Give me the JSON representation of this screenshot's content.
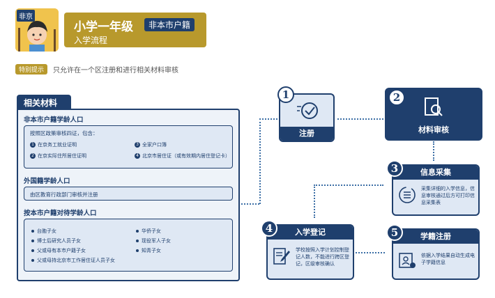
{
  "header": {
    "avatar_tag": "非京",
    "title": "小学一年级",
    "badge": "非本市户籍",
    "subtitle": "入学流程"
  },
  "tip": {
    "label": "特别提示",
    "text": "只允许在一个区注册和进行相关材料审核"
  },
  "panel": {
    "tab": "相关材料",
    "section1": {
      "title": "非本市户籍学龄人口",
      "box_title": "按照区政策审核四证，包含：",
      "items": [
        {
          "num": "1",
          "text": "在京务工就业证明"
        },
        {
          "num": "3",
          "text": "全家户口簿"
        },
        {
          "num": "2",
          "text": "在京实际住所居住证明"
        },
        {
          "num": "4",
          "text": "北京市居住证（或有效期内居住登记卡）"
        }
      ]
    },
    "section2": {
      "title": "外国籍学龄人口",
      "box_text": "由区教育行政部门审核并注册"
    },
    "section3": {
      "title": "按本市户籍对待学龄人口",
      "items": [
        "台胞子女",
        "华侨子女",
        "博士后研究人员子女",
        "现役军人子女",
        "父或母有本市户籍子女",
        "知青子女",
        "父或母持北京市工作居住证人员子女"
      ]
    }
  },
  "steps": [
    {
      "num": "1",
      "title": "注册"
    },
    {
      "num": "2",
      "title": "材料审核"
    },
    {
      "num": "3",
      "title": "信息采集",
      "desc": "采集详细的入学信息，信息审核通过后方可打印信息采集表"
    },
    {
      "num": "4",
      "title": "入学登记",
      "desc": "学校按照入学计划控制登记人数，不能进行跨区登记，区级审核确认"
    },
    {
      "num": "5",
      "title": "学籍注册",
      "desc": "依据入学结果自动生成电子学籍信息"
    }
  ],
  "colors": {
    "primary": "#1f3f6d",
    "gold": "#b8992c",
    "light": "#dfe8f4"
  }
}
